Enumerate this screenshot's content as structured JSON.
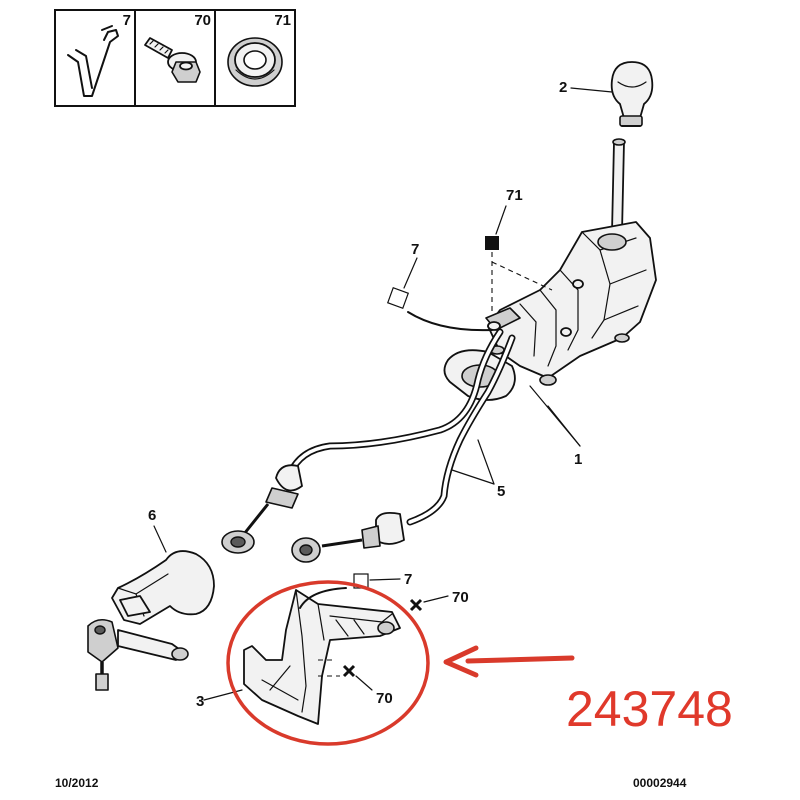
{
  "inset": {
    "cells": [
      {
        "ref": "7"
      },
      {
        "ref": "70"
      },
      {
        "ref": "71"
      }
    ]
  },
  "callouts": {
    "gear_knob": "2",
    "grommet_top": "71",
    "clip_top": "7",
    "selector_assembly": "1",
    "cables": "5",
    "lever_6": "6",
    "clip_lower": "7",
    "bolt_upper": "70",
    "bolt_lower": "70",
    "bracket_3": "3"
  },
  "footer": {
    "date": "10/2012",
    "code": "00002944"
  },
  "overlay": {
    "part_number": "243748",
    "highlight_color": "#d93a2b"
  },
  "colors": {
    "ink": "#111111",
    "accent": "#e0392b"
  }
}
